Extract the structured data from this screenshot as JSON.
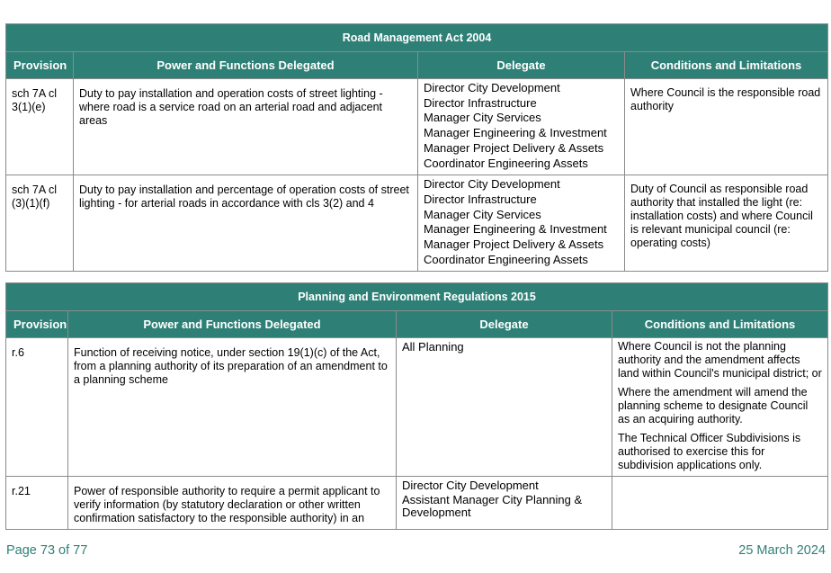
{
  "tables": [
    {
      "title": "Road Management Act 2004",
      "headers": [
        "Provision",
        "Power and Functions Delegated",
        "Delegate",
        "Conditions and Limitations"
      ],
      "rows": [
        {
          "provision": "sch 7A cl 3(1)(e)",
          "power": "Duty to pay installation and operation costs of street lighting - where road is a service road on an arterial road and adjacent areas",
          "delegates": [
            "Director City Development",
            "Director Infrastructure",
            "Manager City Services",
            "Manager Engineering & Investment",
            "Manager Project Delivery & Assets",
            "Coordinator Engineering Assets"
          ],
          "conditions": [
            "Where Council is the responsible road authority"
          ]
        },
        {
          "provision": "sch 7A cl (3)(1)(f)",
          "power": "Duty to pay installation and percentage of operation costs of street lighting - for arterial roads in accordance with cls 3(2) and 4",
          "delegates": [
            "Director City Development",
            "Director Infrastructure",
            "Manager City Services",
            "Manager Engineering & Investment",
            "Manager Project Delivery & Assets",
            "Coordinator Engineering Assets"
          ],
          "conditions": [
            "Duty of Council as responsible road authority that installed the light (re: installation costs) and where Council is relevant municipal council (re: operating costs)"
          ]
        }
      ]
    },
    {
      "title": "Planning and Environment Regulations 2015",
      "headers": [
        "Provision",
        "Power and Functions Delegated",
        "Delegate",
        "Conditions and Limitations"
      ],
      "rows": [
        {
          "provision": "r.6",
          "power": "Function of receiving notice, under section 19(1)(c) of the Act, from a planning authority of its preparation of an amendment to a planning scheme",
          "delegates": [
            "All Planning"
          ],
          "conditions": [
            "Where Council is not the planning authority and the amendment affects land within Council's municipal district; or",
            "Where the amendment will amend the planning scheme to designate Council as an acquiring authority.",
            "The Technical Officer Subdivisions is authorised to exercise this for subdivision applications only."
          ]
        },
        {
          "provision": "r.21",
          "power": "Power of responsible authority to require a permit applicant to verify information (by statutory declaration or other written confirmation satisfactory to the responsible authority) in an",
          "delegates": [
            "Director City Development",
            "Assistant Manager City Planning & Development"
          ],
          "conditions": []
        }
      ]
    }
  ],
  "footer": {
    "page": "Page 73 of 77",
    "date": "25 March 2024"
  }
}
